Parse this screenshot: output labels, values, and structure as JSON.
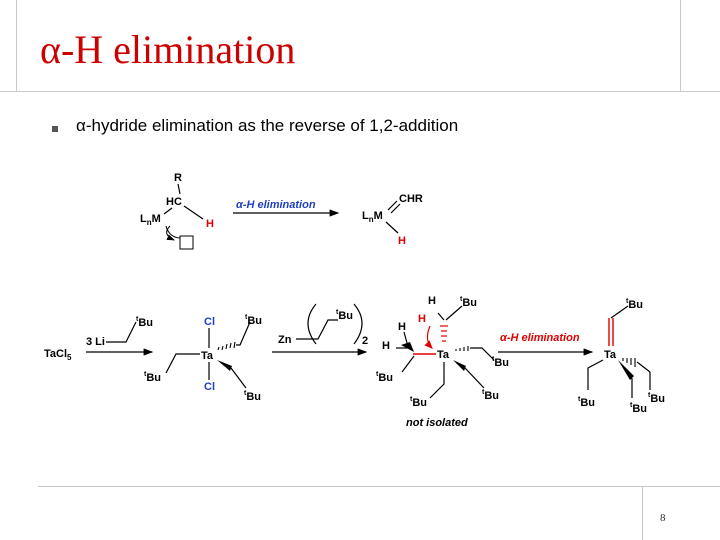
{
  "slide": {
    "title": "α-H elimination",
    "bullet": "α-hydride elimination as the reverse of 1,2-addition",
    "page_number": "8",
    "colors": {
      "title": "#cc0000",
      "accent_red": "#e00000",
      "accent_blue": "#1f3fbf",
      "frame": "#c8c8c8"
    }
  },
  "scheme1": {
    "r": "R",
    "hc": "HC",
    "lnm_l": "L",
    "lnm_n": "n",
    "lnm_m": "M",
    "h": "H",
    "arrow_label": "α-H elimination",
    "product_chr": "CHR",
    "product_l": "L",
    "product_n": "n",
    "product_m": "M",
    "product_h": "H"
  },
  "scheme2": {
    "tacl5": "TaCl",
    "tacl5_sub": "5",
    "reagent": "3 Li",
    "tbu": "Bu",
    "t": "t",
    "cl": "Cl",
    "ta": "Ta",
    "zn": "Zn",
    "sub2": "2",
    "h": "H",
    "arrow_label": "α-H elimination",
    "not_isolated": "not isolated"
  }
}
